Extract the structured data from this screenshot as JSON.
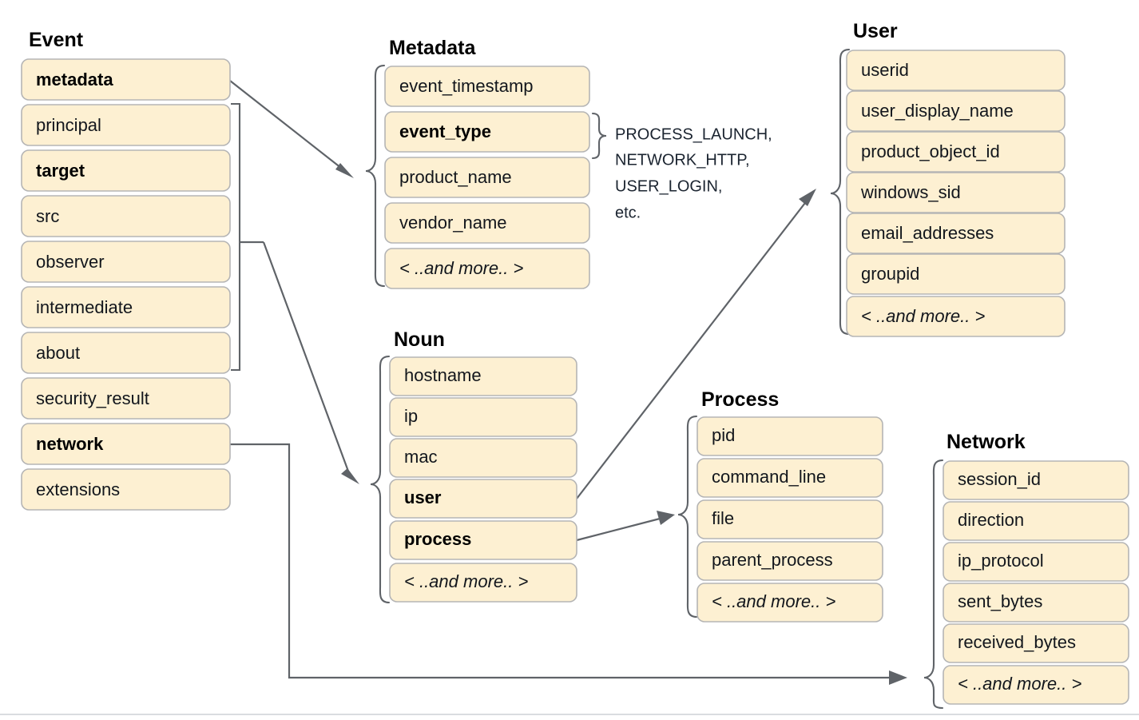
{
  "diagram": {
    "title_hidden": "",
    "accent_box_fill": "#FDF0D2",
    "box_border": "#B5B5B5",
    "connector_color": "#5F6368",
    "background": "#FFFFFF",
    "more_label": "< ..and more.. >"
  },
  "groups": {
    "event": {
      "title": "Event",
      "fields": [
        {
          "label": "metadata",
          "bold": true
        },
        {
          "label": "principal",
          "bold": false
        },
        {
          "label": "target",
          "bold": true
        },
        {
          "label": "src",
          "bold": false
        },
        {
          "label": "observer",
          "bold": false
        },
        {
          "label": "intermediate",
          "bold": false
        },
        {
          "label": "about",
          "bold": false
        },
        {
          "label": "security_result",
          "bold": false
        },
        {
          "label": "network",
          "bold": true
        },
        {
          "label": "extensions",
          "bold": false
        }
      ]
    },
    "metadata": {
      "title": "Metadata",
      "fields": [
        {
          "label": "event_timestamp",
          "bold": false
        },
        {
          "label": "event_type",
          "bold": true
        },
        {
          "label": "product_name",
          "bold": false
        },
        {
          "label": "vendor_name",
          "bold": false
        },
        {
          "label": "< ..and more.. >",
          "bold": false,
          "more": true
        }
      ]
    },
    "user": {
      "title": "User",
      "fields": [
        {
          "label": "userid",
          "bold": false
        },
        {
          "label": "user_display_name",
          "bold": false
        },
        {
          "label": "product_object_id",
          "bold": false
        },
        {
          "label": "windows_sid",
          "bold": false
        },
        {
          "label": "email_addresses",
          "bold": false
        },
        {
          "label": "groupid",
          "bold": false
        },
        {
          "label": "< ..and more.. >",
          "bold": false,
          "more": true
        }
      ]
    },
    "noun": {
      "title": "Noun",
      "fields": [
        {
          "label": "hostname",
          "bold": false
        },
        {
          "label": "ip",
          "bold": false
        },
        {
          "label": "mac",
          "bold": false
        },
        {
          "label": "user",
          "bold": true
        },
        {
          "label": "process",
          "bold": true
        },
        {
          "label": "< ..and more.. >",
          "bold": false,
          "more": true
        }
      ]
    },
    "process": {
      "title": "Process",
      "fields": [
        {
          "label": "pid",
          "bold": false
        },
        {
          "label": "command_line",
          "bold": false
        },
        {
          "label": "file",
          "bold": false
        },
        {
          "label": "parent_process",
          "bold": false
        },
        {
          "label": "< ..and more.. >",
          "bold": false,
          "more": true
        }
      ]
    },
    "network": {
      "title": "Network",
      "fields": [
        {
          "label": "session_id",
          "bold": false
        },
        {
          "label": "direction",
          "bold": false
        },
        {
          "label": "ip_protocol",
          "bold": false
        },
        {
          "label": "sent_bytes",
          "bold": false
        },
        {
          "label": "received_bytes",
          "bold": false
        },
        {
          "label": "< ..and more.. >",
          "bold": false,
          "more": true
        }
      ]
    }
  },
  "annotations": {
    "event_type_values": [
      "PROCESS_LAUNCH,",
      "NETWORK_HTTP,",
      "USER_LOGIN,",
      "etc."
    ]
  }
}
